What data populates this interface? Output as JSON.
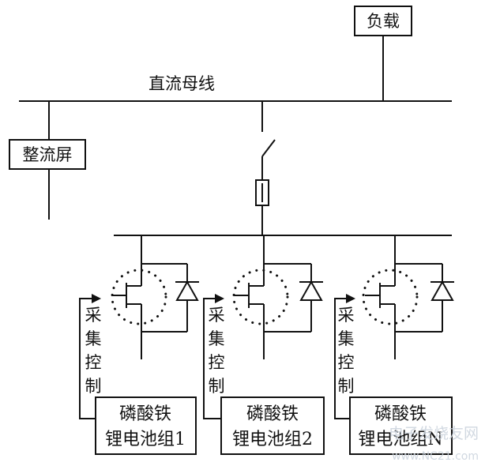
{
  "diagram": {
    "load_label": "负载",
    "bus_label": "直流母线",
    "rectifier_label": "整流屏",
    "modules": [
      {
        "control_label": [
          "采",
          "集",
          "控",
          "制"
        ],
        "battery_line1": "磷酸铁",
        "battery_line2": "锂电池组1"
      },
      {
        "control_label": [
          "采",
          "集",
          "控",
          "制"
        ],
        "battery_line1": "磷酸铁",
        "battery_line2": "锂电池组2"
      },
      {
        "control_label": [
          "采",
          "集",
          "控",
          "制"
        ],
        "battery_line1": "磷酸铁",
        "battery_line2": "锂电池组N"
      }
    ]
  },
  "watermark": {
    "line1": "电子发烧友网",
    "line2": "www.NC21.com"
  },
  "colors": {
    "line": "#111111",
    "background": "#ffffff",
    "watermark": "#c9d2dc"
  }
}
